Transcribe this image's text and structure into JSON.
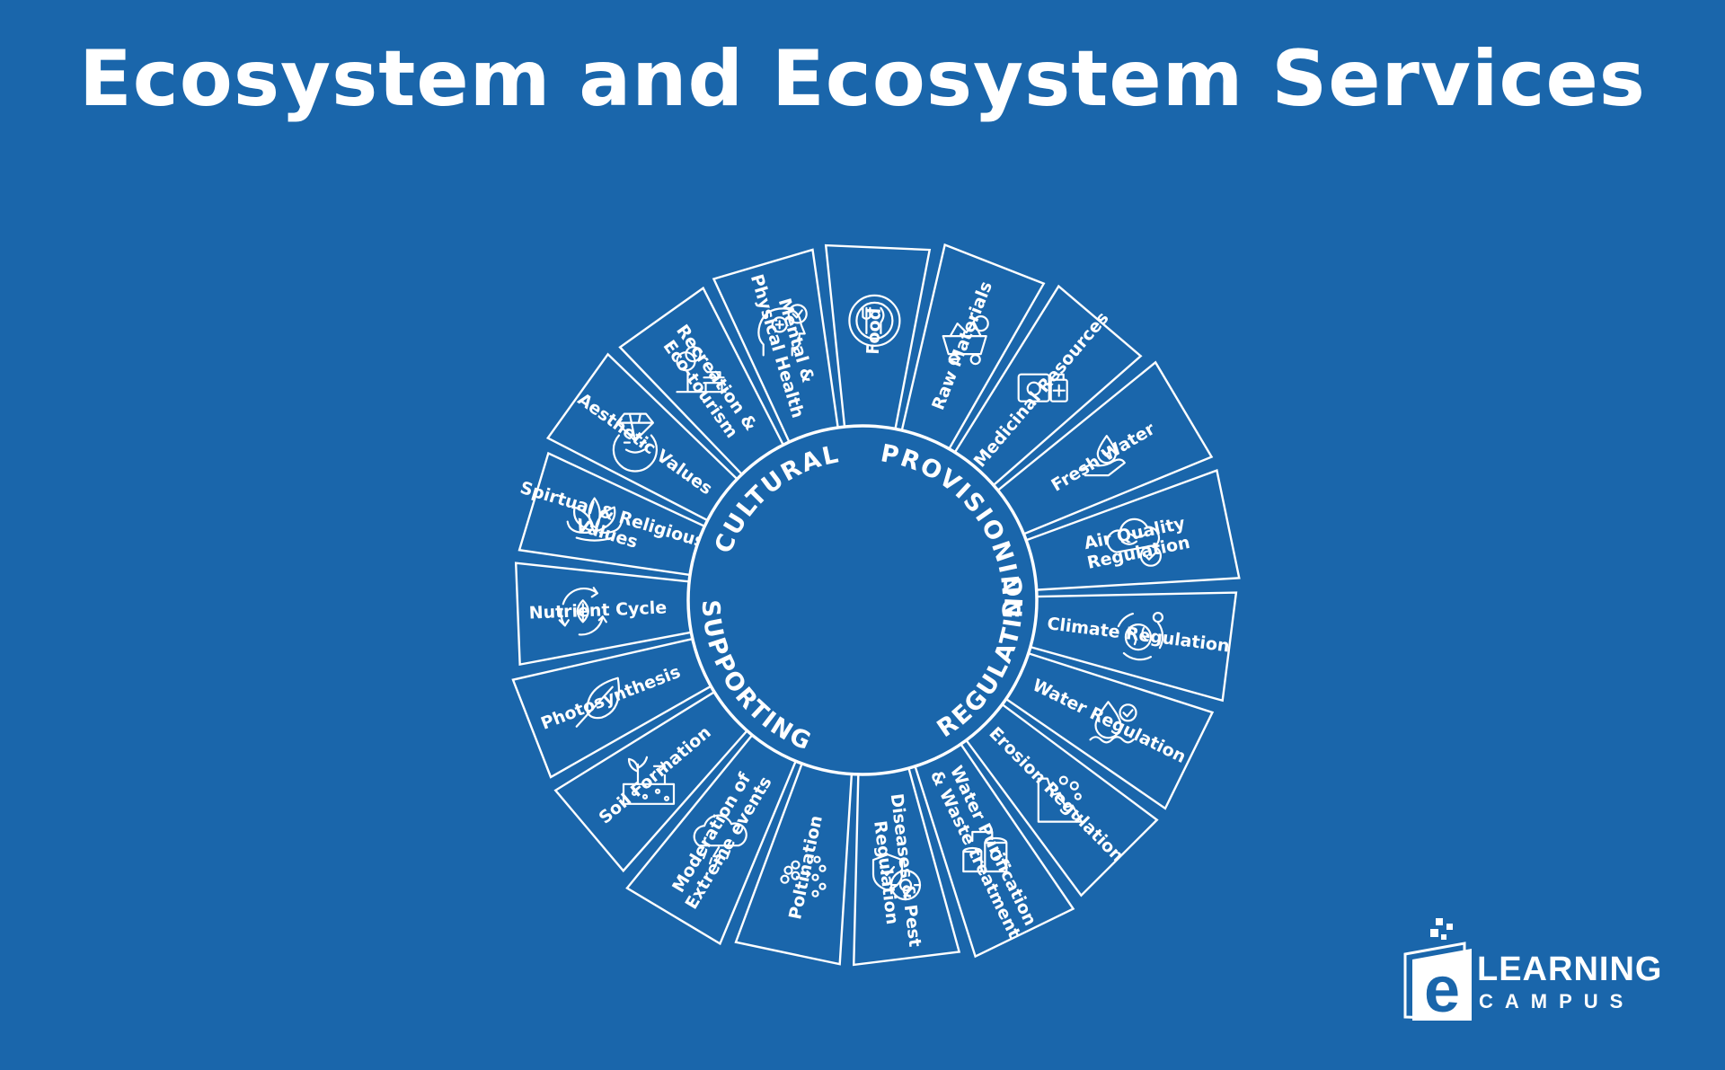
{
  "title": "Ecosystem and Ecosystem Services",
  "colors": {
    "background": "#1a66ab",
    "foreground": "#ffffff"
  },
  "categories": [
    {
      "label": "CULTURAL"
    },
    {
      "label": "PROVISIONING"
    },
    {
      "label": "REGULATING"
    },
    {
      "label": "SUPPORTING"
    }
  ],
  "services": [
    {
      "lines": [
        "Food"
      ],
      "icon": "food-plate-icon"
    },
    {
      "lines": [
        "Raw Materials"
      ],
      "icon": "mine-cart-icon"
    },
    {
      "lines": [
        "Medicinal Resources"
      ],
      "icon": "medicine-kit-icon"
    },
    {
      "lines": [
        "Fresh Water"
      ],
      "icon": "water-hand-icon"
    },
    {
      "lines": [
        "Air Quality",
        "Regulation"
      ],
      "icon": "cloud-check-icon"
    },
    {
      "lines": [
        "Climate Regulation"
      ],
      "icon": "globe-climate-icon"
    },
    {
      "lines": [
        "Water Regulation"
      ],
      "icon": "water-drop-check-icon"
    },
    {
      "lines": [
        "Erosion Regulation"
      ],
      "icon": "eroding-cliff-icon"
    },
    {
      "lines": [
        "Water Purification",
        "& Waste treatment"
      ],
      "icon": "treatment-tanks-icon"
    },
    {
      "lines": [
        "Diseases & Pest",
        "Regulation"
      ],
      "icon": "shield-virus-icon"
    },
    {
      "lines": [
        "Poltination"
      ],
      "icon": "pollen-icon"
    },
    {
      "lines": [
        "Moderation of",
        "Extreme events"
      ],
      "icon": "storm-cloud-icon"
    },
    {
      "lines": [
        "Soil Formation"
      ],
      "icon": "soil-sprout-icon"
    },
    {
      "lines": [
        "Photosynthesis"
      ],
      "icon": "leaf-icon"
    },
    {
      "lines": [
        "Nutrient Cycle"
      ],
      "icon": "recycle-leaf-icon"
    },
    {
      "lines": [
        "Spirtual & Religious",
        "Values"
      ],
      "icon": "lotus-icon"
    },
    {
      "lines": [
        "Aesthetic Values"
      ],
      "icon": "diamond-face-icon"
    },
    {
      "lines": [
        "Recreation &",
        "Eco-tourism"
      ],
      "icon": "park-bench-icon"
    },
    {
      "lines": [
        "Mental &",
        "Physical Health"
      ],
      "icon": "mind-health-icon"
    }
  ],
  "logo": {
    "main": "LEARNING",
    "sub": "CAMPUS",
    "letter": "e"
  }
}
